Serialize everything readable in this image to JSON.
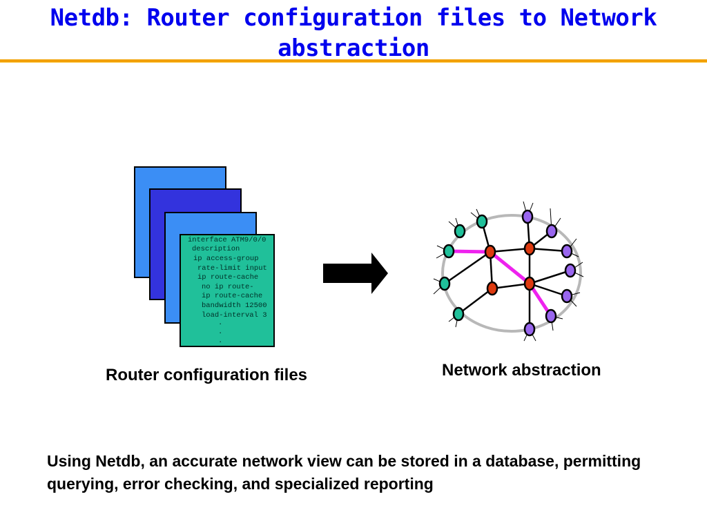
{
  "title": "Netdb: Router configuration files to Network abstraction",
  "config_file": {
    "lines": [
      "interface ATM9/0/0",
      "description",
      "ip access-group",
      "rate-limit input",
      "ip route-cache",
      "no ip route-",
      "ip route-cache",
      "bandwidth 12500",
      "load-interval 3",
      ".",
      ".",
      "."
    ]
  },
  "captions": {
    "left": "Router configuration files",
    "right": "Network abstraction"
  },
  "body_text": "Using Netdb, an accurate network view can be stored in a database, permitting querying, error checking, and specialized reporting",
  "colors": {
    "title": "#0000ee",
    "rule": "#f2a000",
    "core_node": "#dd3a10",
    "edge_node_green": "#20c09a",
    "edge_node_purple": "#9966ee",
    "highlight_link": "#ee22ee",
    "ring": "#b8b8b8"
  }
}
